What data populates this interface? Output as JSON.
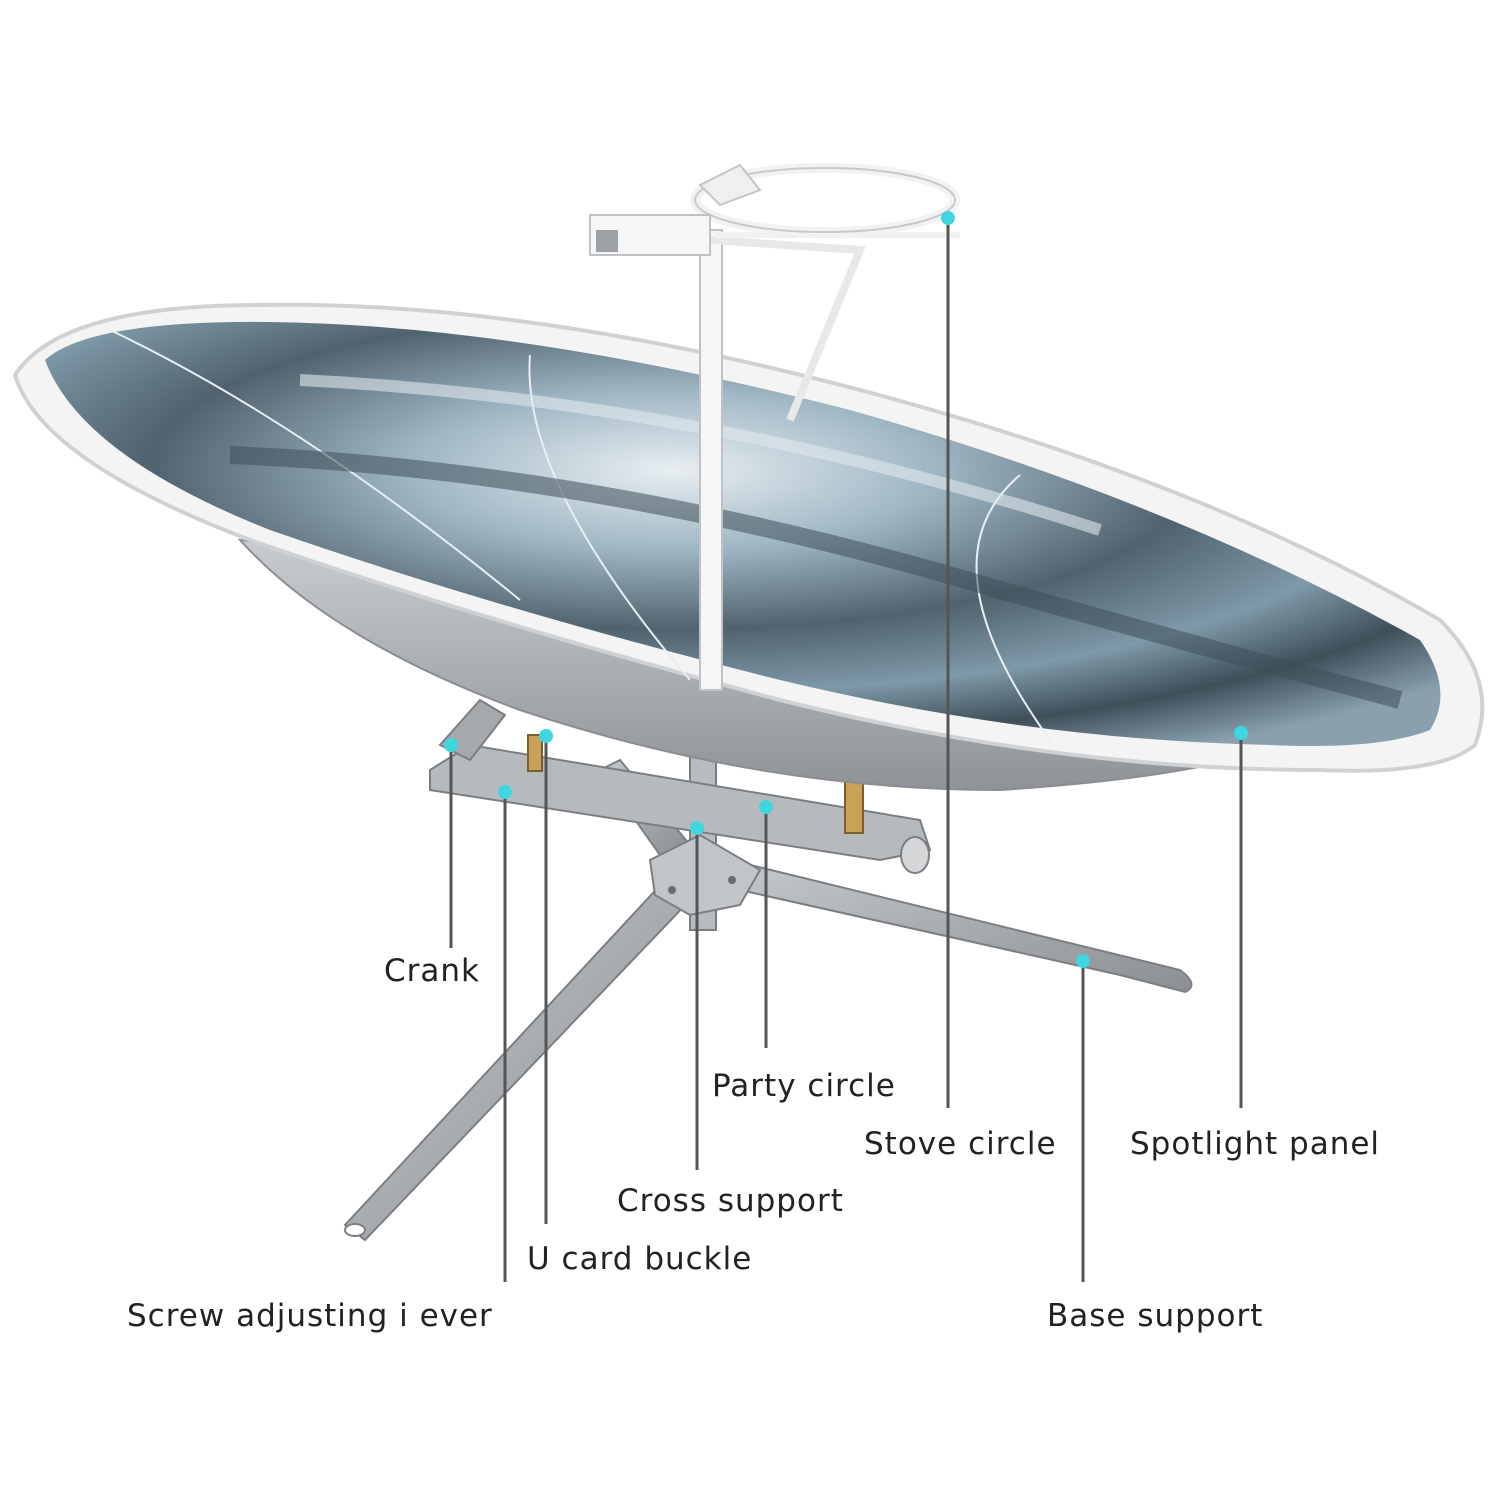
{
  "diagram": {
    "colors": {
      "accent_dot": "#3fd6e0",
      "leader_line": "#555555",
      "frame": "#f4f4f4",
      "mirror_dark": "#40525e",
      "mirror_light": "#9fb6c4",
      "metal": "#a9adb1"
    },
    "labels": {
      "crank": "Crank",
      "party_circle": "Party circle",
      "stove_circle": "Stove circle",
      "spotlight_panel": "Spotlight panel",
      "cross_support": "Cross support",
      "u_card_buckle": "U card buckle",
      "screw_adjusting_lever": "Screw adjusting i ever",
      "base_support": "Base support"
    }
  }
}
